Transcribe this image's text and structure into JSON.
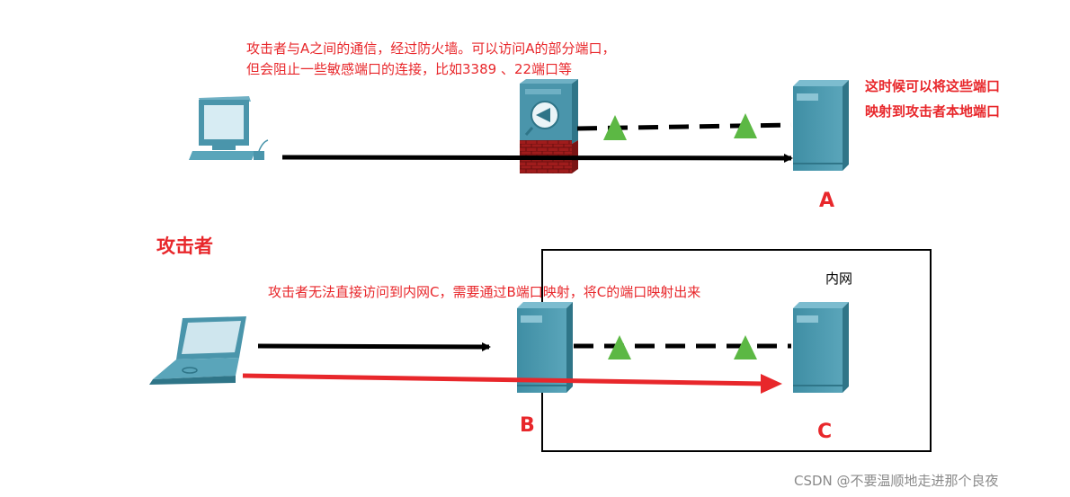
{
  "top_note": {
    "line1": "攻击者与A之间的通信，经过防火墙。可以访问A的部分端口，",
    "line2": "但会阻止一些敏感端口的连接，比如3389 、22端口等"
  },
  "side_note": {
    "line1": "这时候可以将这些端口",
    "line2": "映射到攻击者本地端口"
  },
  "attacker_label": "攻击者",
  "bottom_note": "攻击者无法直接访问到内网C，需要通过B端口映射，将C的端口映射出来",
  "intranet_label": "内网",
  "labels": {
    "A": "A",
    "B": "B",
    "C": "C"
  },
  "watermark": "CSDN @不要温顺地走进那个良夜",
  "colors": {
    "red": "#e8272b",
    "server": "#4a95ab",
    "arrow_green": "#5cb844",
    "firewall_brick": "#9b1a1a"
  },
  "icons": [
    "desktop-computer-icon",
    "laptop-icon",
    "firewall-icon",
    "server-icon"
  ]
}
